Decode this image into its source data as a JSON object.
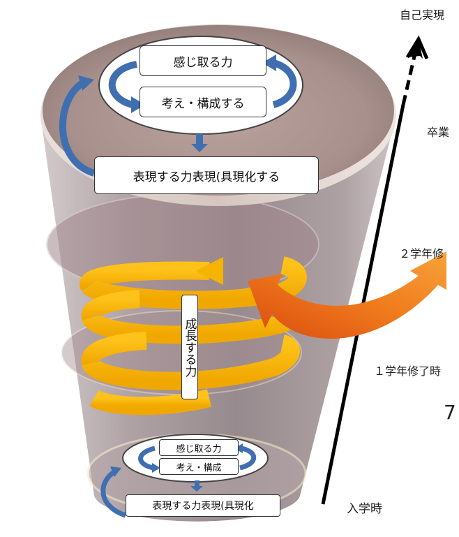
{
  "colors": {
    "cylinder_body": "#9b8e91",
    "top_disc": "#a8908c",
    "spiral": "#f4b400",
    "connector_arrow": "#3f6fb0",
    "growth_arrow": "#ea6d15"
  },
  "stages": {
    "self_realization": "自己実現",
    "graduation": "卒業",
    "second_year": "２学年修",
    "first_year": "１学年修了時",
    "entry": "入学時"
  },
  "number_label": "7",
  "top_cycle": {
    "sense": "感じ取る力",
    "think": "考え・構成する",
    "express": "表現する力表現(具現化する"
  },
  "growth_label": "成長する力",
  "bottom_cycle": {
    "sense": "感じ取る力",
    "think": "考え・構成",
    "express": "表現する力表現(具現化"
  },
  "icons": [
    "up-arrow-icon",
    "down-arrow-icon",
    "cycle-arrow-icon",
    "spiral-arrow-icon",
    "curved-double-arrow-icon"
  ]
}
